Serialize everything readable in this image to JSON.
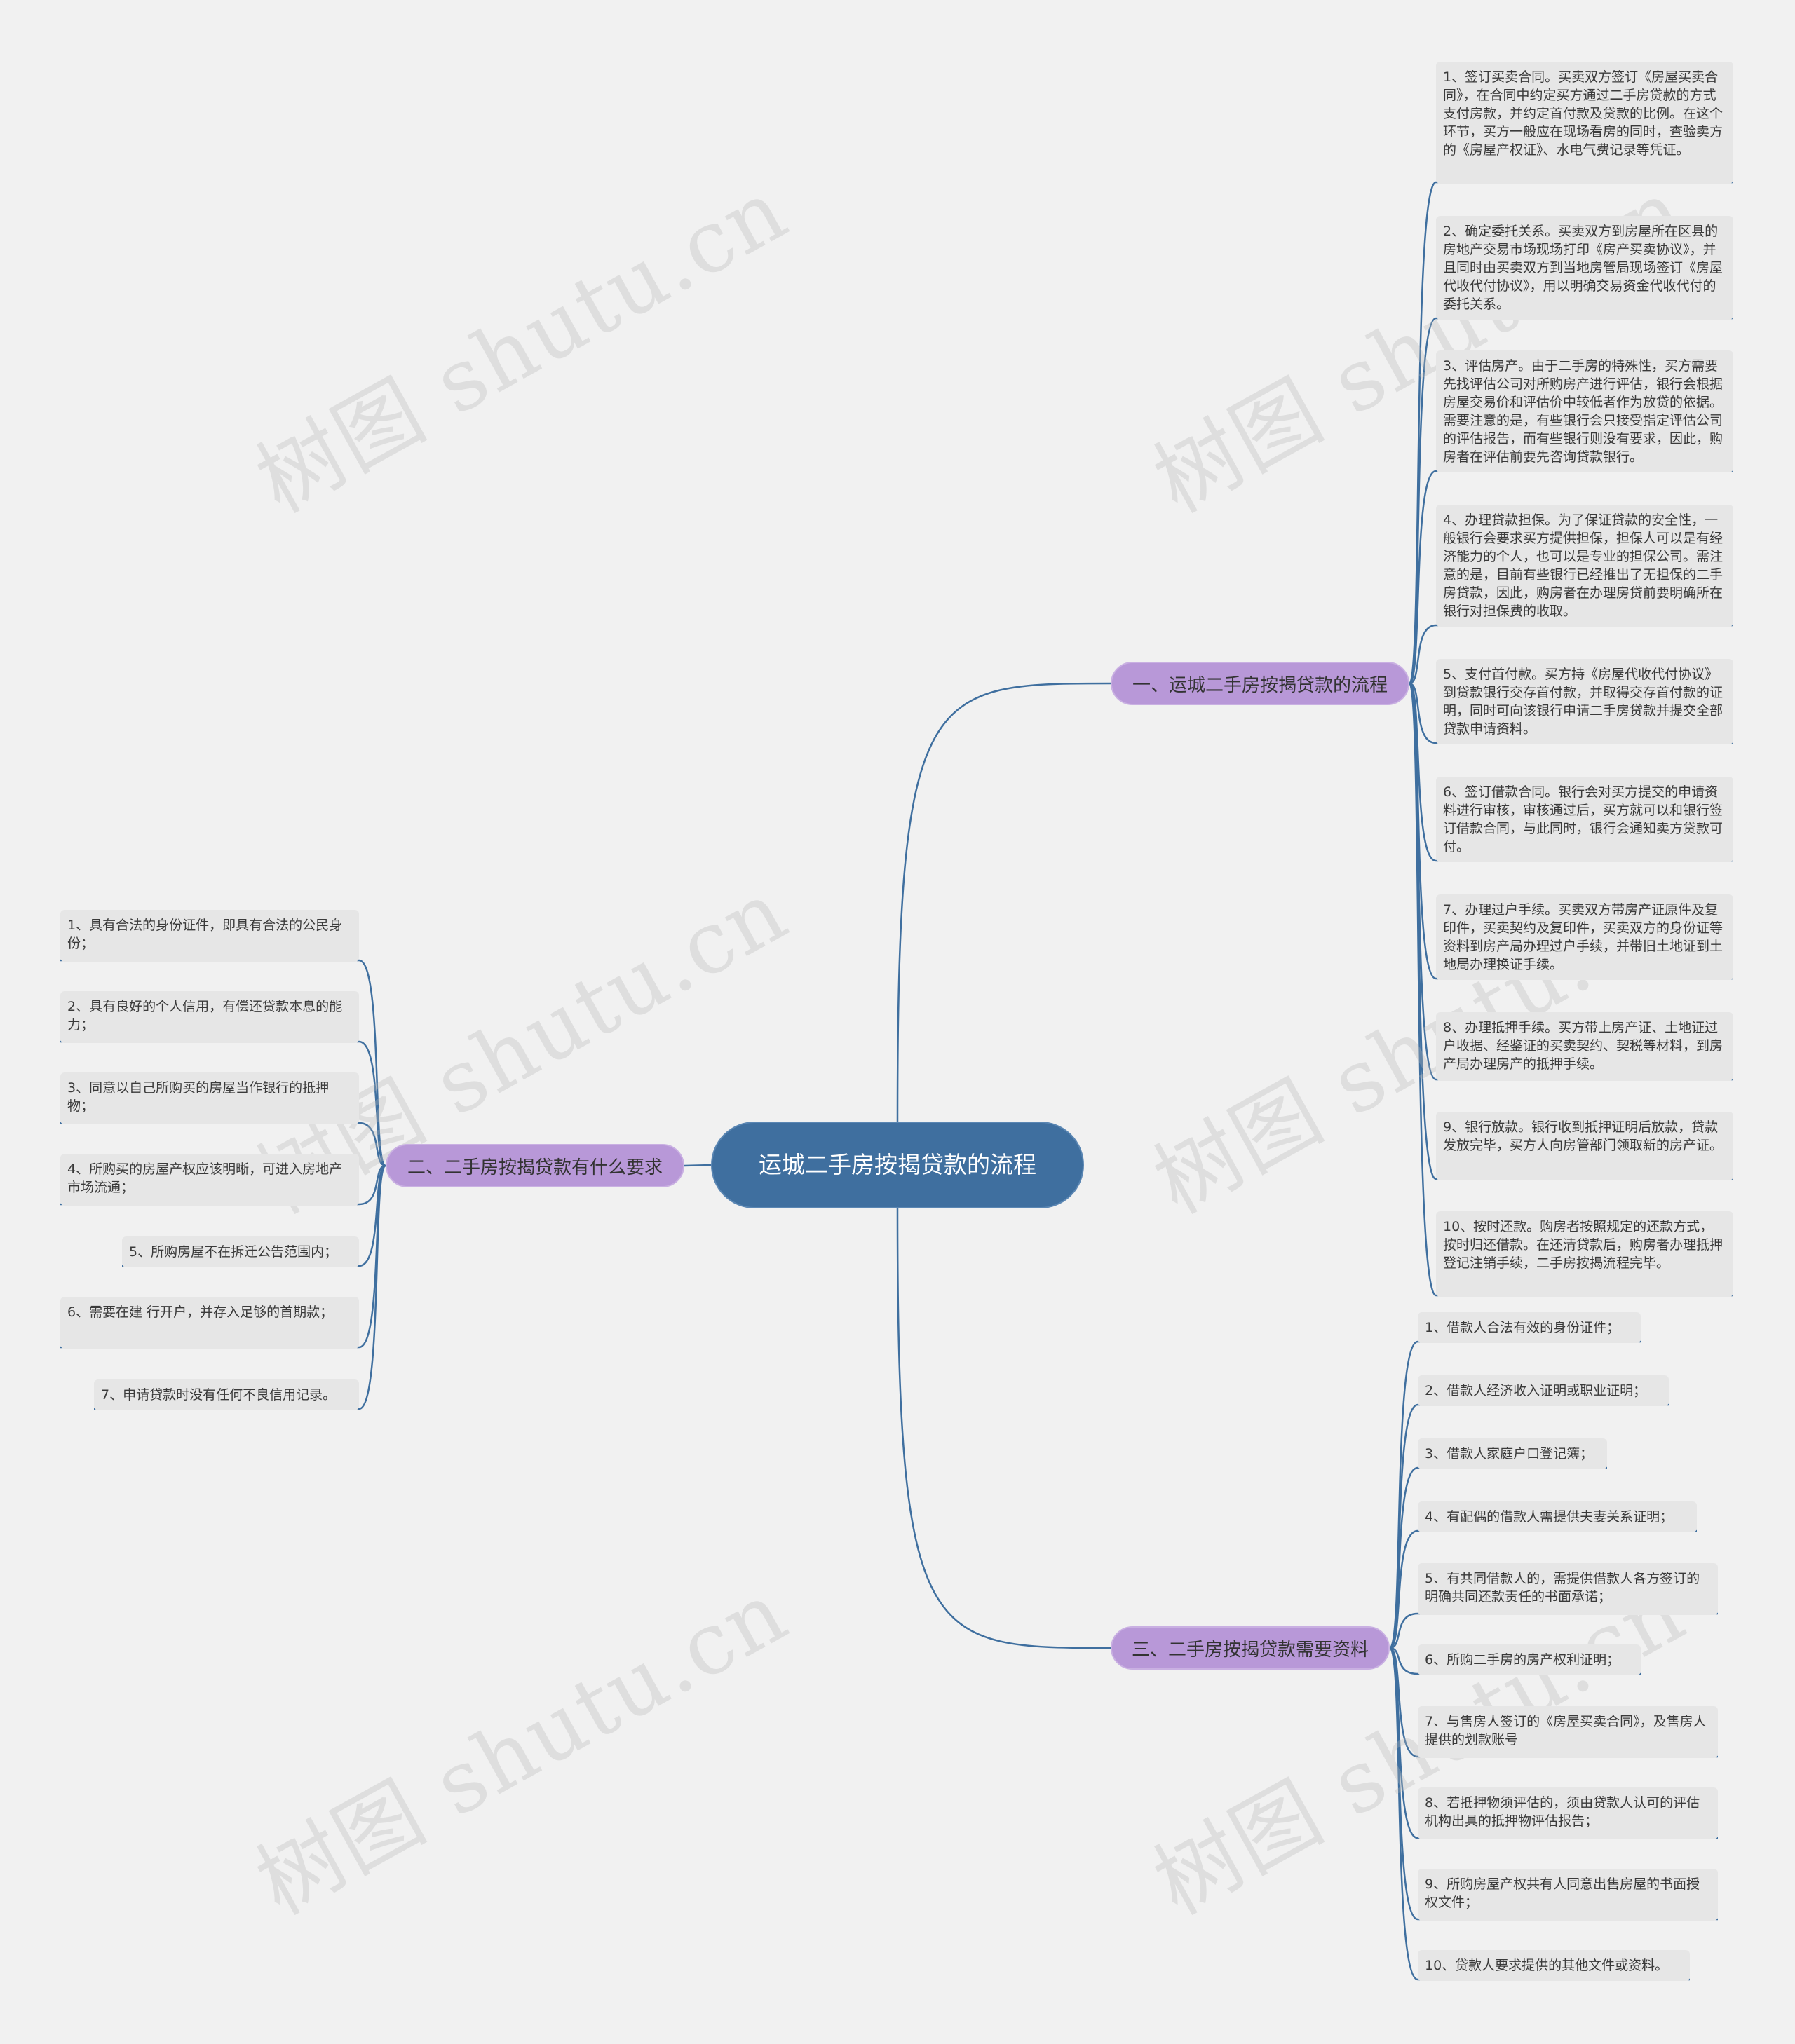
{
  "root": {
    "title": "运城二手房按揭贷款的流程"
  },
  "branches": [
    {
      "label": "一、运城二手房按揭贷款的流程",
      "items": [
        "1、签订买卖合同。买卖双方签订《房屋买卖合同》，在合同中约定买方通过二手房贷款的方式支付房款，并约定首付款及贷款的比例。在这个环节，买方一般应在现场看房的同时，查验卖方的《房屋产权证》、水电气费记录等凭证。",
        "2、确定委托关系。买卖双方到房屋所在区县的房地产交易市场现场打印《房产买卖协议》，并且同时由买卖双方到当地房管局现场签订《房屋代收代付协议》，用以明确交易资金代收代付的委托关系。",
        "3、评估房产。由于二手房的特殊性，买方需要先找评估公司对所购房产进行评估，银行会根据房屋交易价和评估价中较低者作为放贷的依据。需要注意的是，有些银行会只接受指定评估公司的评估报告，而有些银行则没有要求，因此，购房者在评估前要先咨询贷款银行。",
        "4、办理贷款担保。为了保证贷款的安全性，一般银行会要求买方提供担保，担保人可以是有经济能力的个人，也可以是专业的担保公司。需注意的是，目前有些银行已经推出了无担保的二手房贷款，因此，购房者在办理房贷前要明确所在银行对担保费的收取。",
        "5、支付首付款。买方持《房屋代收代付协议》到贷款银行交存首付款，并取得交存首付款的证明，同时可向该银行申请二手房贷款并提交全部贷款申请资料。",
        "6、签订借款合同。银行会对买方提交的申请资料进行审核，审核通过后，买方就可以和银行签订借款合同，与此同时，银行会通知卖方贷款可付。",
        "7、办理过户手续。买卖双方带房产证原件及复印件，买卖契约及复印件，买卖双方的身份证等资料到房产局办理过户手续，并带旧土地证到土地局办理换证手续。",
        "8、办理抵押手续。买方带上房产证、土地证过户收据、经鉴证的买卖契约、契税等材料，到房产局办理房产的抵押手续。",
        "9、银行放款。银行收到抵押证明后放款，贷款发放完毕，买方人向房管部门领取新的房产证。",
        "10、按时还款。购房者按照规定的还款方式，按时归还借款。在还清贷款后，购房者办理抵押登记注销手续，二手房按揭流程完毕。"
      ]
    },
    {
      "label": "二、二手房按揭贷款有什么要求",
      "items": [
        "1、具有合法的身份证件，即具有合法的公民身份；",
        "2、具有良好的个人信用，有偿还贷款本息的能力；",
        "3、同意以自己所购买的房屋当作银行的抵押物；",
        "4、所购买的房屋产权应该明晰，可进入房地产市场流通；",
        "5、所购房屋不在拆迁公告范围内；",
        "6、需要在建 行开户，并存入足够的首期款；",
        "7、申请贷款时没有任何不良信用记录。"
      ]
    },
    {
      "label": "三、二手房按揭贷款需要资料",
      "items": [
        "1、借款人合法有效的身份证件；",
        "2、借款人经济收入证明或职业证明；",
        "3、借款人家庭户口登记簿；",
        "4、有配偶的借款人需提供夫妻关系证明；",
        "5、有共同借款人的，需提供借款人各方签订的明确共同还款责任的书面承诺；",
        "6、所购二手房的房产权利证明；",
        "7、与售房人签订的《房屋买卖合同》，及售房人提供的划款账号",
        "8、若抵押物须评估的，须由贷款人认可的评估机构出具的抵押物评估报告；",
        "9、所购房屋产权共有人同意出售房屋的书面授权文件；",
        "10、贷款人要求提供的其他文件或资料。"
      ]
    }
  ],
  "watermark": "树图 shutu.cn",
  "colors": {
    "background": "#f1f1f1",
    "root_fill": "#3f6f9f",
    "branch_fill": "#b898d8",
    "leaf_fill": "#e6e6e6",
    "connector": "#3f6f9f"
  }
}
